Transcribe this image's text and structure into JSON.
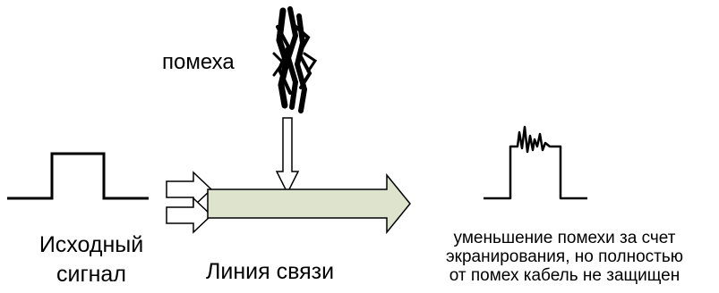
{
  "labels": {
    "noise": "помеха",
    "source_signal": [
      "Исходный",
      "сигнал"
    ],
    "comm_line": "Линия связи",
    "result": [
      "уменьшение помехи за счет",
      "экранирования, но полностью",
      "от помех кабель не защищен"
    ]
  },
  "colors": {
    "line_fill": "#dde3cc",
    "stroke": "#000000",
    "background": "#ffffff"
  },
  "icons": {
    "noise_burst": "noise-scribble-icon",
    "input_arrows": "double-outline-arrow-icon",
    "down_arrow": "hollow-down-arrow-icon"
  }
}
